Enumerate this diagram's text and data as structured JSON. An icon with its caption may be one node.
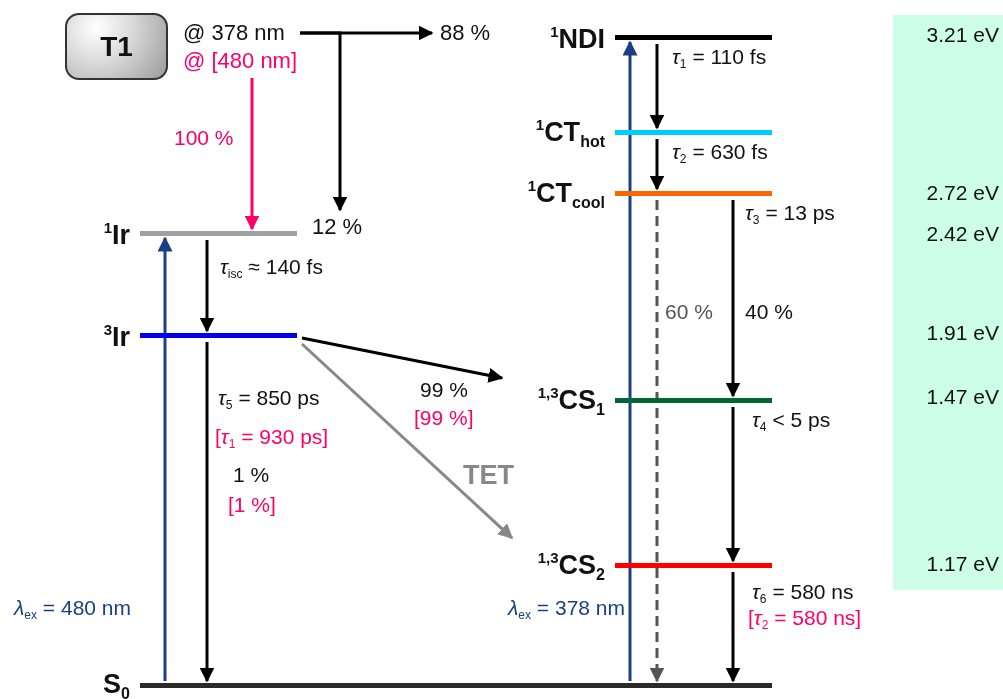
{
  "diagram": {
    "nodes": [
      {
        "text": [
          "T1"
        ]
      },
      {
        "text": [
          "@ 378 nm"
        ]
      },
      {
        "text": [
          "@ [480 nm]"
        ]
      },
      {
        "text": [
          "88 %"
        ]
      },
      {
        "text": [
          "$^{1}$Ir"
        ]
      },
      {
        "text": [
          "$^{3}$Ir"
        ]
      },
      {
        "text": [
          "S$_{0}$"
        ]
      },
      {
        "text": [
          "$^{1}$NDI"
        ]
      },
      {
        "text": [
          "$^{1}$CT$_{hot}$"
        ]
      },
      {
        "text": [
          "$^{1}$CT$_{cool}$"
        ]
      },
      {
        "text": [
          "$^{1,3}$CS$_{1}$"
        ]
      },
      {
        "text": [
          "$^{1,3}$CS$_{2}$"
        ]
      },
      {
        "text": [
          "12 %"
        ]
      }
    ],
    "edges": [
      {
        "from": 1,
        "to": 3,
        "arrow": "to"
      },
      {
        "from": 1,
        "to": 12,
        "arrow": "to"
      },
      {
        "from": 2,
        "to": 4,
        "arrow": "to",
        "label": "100 %",
        "color": "#ff0066"
      },
      {
        "from": 6,
        "to": 4,
        "arrow": "to",
        "label": "*λ*$_{ex}$ = 480 nm",
        "color": "#1a3f85"
      },
      {
        "from": 4,
        "to": 5,
        "arrow": "to",
        "label": "*τ*$_{isc}$ ≈ 140 fs"
      },
      {
        "from": 5,
        "to": 10,
        "arrow": "to",
        "label": "99 %"
      },
      {
        "from": 5,
        "to": 11,
        "arrow": "to",
        "label": "TET",
        "color": "#888888"
      },
      {
        "from": 5,
        "to": 6,
        "arrow": "to",
        "label": "*τ*$_{5}$ = 850 ps"
      },
      {
        "from": 6,
        "to": 7,
        "arrow": "to",
        "label": "*λ*$_{ex}$ = 378 nm",
        "color": "#1a3f85"
      },
      {
        "from": 7,
        "to": 8,
        "arrow": "to",
        "label": "*τ*$_{1}$ = 110 fs"
      },
      {
        "from": 8,
        "to": 9,
        "arrow": "to",
        "label": "*τ*$_{2}$ = 630 fs"
      },
      {
        "from": 9,
        "to": 6,
        "arrow": "to",
        "label": "60 %",
        "style": "dashed",
        "color": "#555555"
      },
      {
        "from": 9,
        "to": 10,
        "arrow": "to",
        "label": "*τ*$_{3}$ = 13 ps"
      },
      {
        "from": 10,
        "to": 11,
        "arrow": "to",
        "label": "*τ*$_{4}$ < 5 ps"
      },
      {
        "from": 11,
        "to": 6,
        "arrow": "to",
        "label": "*τ*$_{6}$ = 580 ns"
      }
    ],
    "labels": [
      "[*τ*$_{1}$ = 930 ps]",
      "1 %",
      "[1 %]",
      "[99 %]",
      "40 %",
      "[*τ*$_{2}$ = 580 ns]",
      "3.21 eV",
      "2.72 eV",
      "2.42 eV",
      "1.91 eV",
      "1.47 eV",
      "1.17 eV"
    ]
  }
}
